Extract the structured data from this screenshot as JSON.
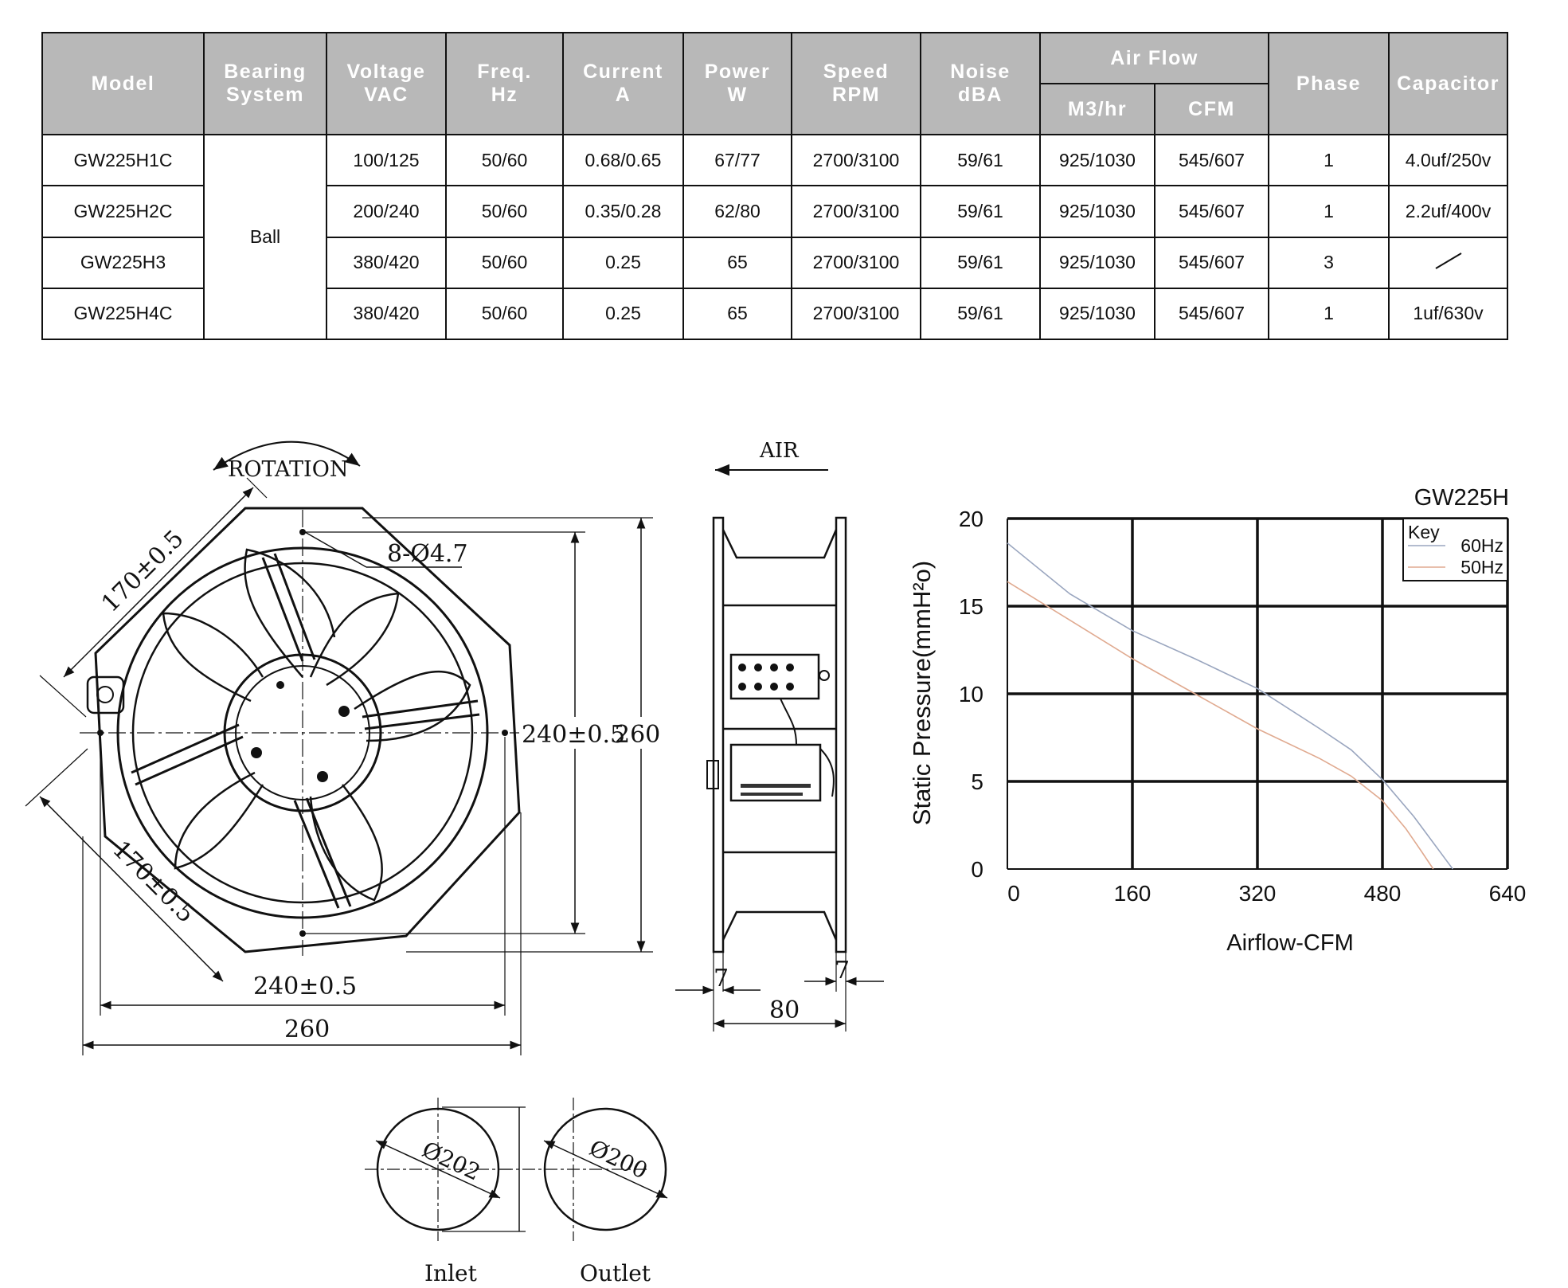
{
  "table": {
    "headers": {
      "model": [
        "Model"
      ],
      "bearing": [
        "Bearing",
        "System"
      ],
      "voltage": [
        "Voltage",
        "VAC"
      ],
      "freq": [
        "Freq.",
        "Hz"
      ],
      "current": [
        "Current",
        "A"
      ],
      "power": [
        "Power",
        "W"
      ],
      "speed": [
        "Speed",
        "RPM"
      ],
      "noise": [
        "Noise",
        "dBA"
      ],
      "airflow": "Air Flow",
      "m3hr": "M3/hr",
      "cfm": "CFM",
      "phase": "Phase",
      "capacitor": "Capacitor"
    },
    "bearing_value": "Ball",
    "rows": [
      {
        "model": "GW225H1C",
        "voltage": "100/125",
        "freq": "50/60",
        "current": "0.68/0.65",
        "power": "67/77",
        "speed": "2700/3100",
        "noise": "59/61",
        "m3hr": "925/1030",
        "cfm": "545/607",
        "phase": "1",
        "capacitor": "4.0uf/250v"
      },
      {
        "model": "GW225H2C",
        "voltage": "200/240",
        "freq": "50/60",
        "current": "0.35/0.28",
        "power": "62/80",
        "speed": "2700/3100",
        "noise": "59/61",
        "m3hr": "925/1030",
        "cfm": "545/607",
        "phase": "1",
        "capacitor": "2.2uf/400v"
      },
      {
        "model": "GW225H3",
        "voltage": "380/420",
        "freq": "50/60",
        "current": "0.25",
        "power": "65",
        "speed": "2700/3100",
        "noise": "59/61",
        "m3hr": "925/1030",
        "cfm": "545/607",
        "phase": "3",
        "capacitor": ""
      },
      {
        "model": "GW225H4C",
        "voltage": "380/420",
        "freq": "50/60",
        "current": "0.25",
        "power": "65",
        "speed": "2700/3100",
        "noise": "59/61",
        "m3hr": "925/1030",
        "cfm": "545/607",
        "phase": "1",
        "capacitor": "1uf/630v"
      }
    ]
  },
  "front_view": {
    "rotation_label": "ROTATION",
    "holes_label": "8-Ø4.7",
    "diag_top": "170±0.5",
    "diag_bottom": "170±0.5",
    "hole_spacing_v": "240±0.5",
    "height": "260",
    "hole_spacing_h": "240±0.5",
    "width": "260"
  },
  "side_view": {
    "air_label": "AIR",
    "flange_left": "7",
    "flange_right": "7",
    "depth": "80"
  },
  "ports": {
    "inlet_dia": "Ø202",
    "inlet_label": "Inlet",
    "outlet_dia": "Ø200",
    "outlet_label": "Outlet"
  },
  "chart_data": {
    "type": "line",
    "title": "GW225H",
    "xlabel": "Airflow-CFM",
    "ylabel": "Static Pressure(mmH²o)",
    "xlim": [
      0,
      640
    ],
    "ylim": [
      0,
      20
    ],
    "xticks": [
      0,
      160,
      320,
      480,
      640
    ],
    "yticks": [
      0,
      5,
      10,
      15,
      20
    ],
    "grid": true,
    "legend": {
      "title": "Key",
      "placement": "top-right"
    },
    "series": [
      {
        "name": "60Hz",
        "color": "#9aa6bf",
        "x": [
          0,
          80,
          160,
          240,
          320,
          400,
          440,
          480,
          520,
          545,
          560,
          570
        ],
        "y": [
          18.6,
          15.7,
          13.6,
          12.0,
          10.3,
          8.0,
          6.8,
          5.1,
          3.0,
          1.5,
          0.6,
          0
        ]
      },
      {
        "name": "50Hz",
        "color": "#e0aa90",
        "x": [
          0,
          80,
          160,
          240,
          320,
          400,
          440,
          480,
          510,
          530,
          545
        ],
        "y": [
          16.4,
          14.2,
          12.0,
          10.0,
          8.0,
          6.3,
          5.3,
          3.9,
          2.3,
          1.0,
          0
        ]
      }
    ]
  }
}
